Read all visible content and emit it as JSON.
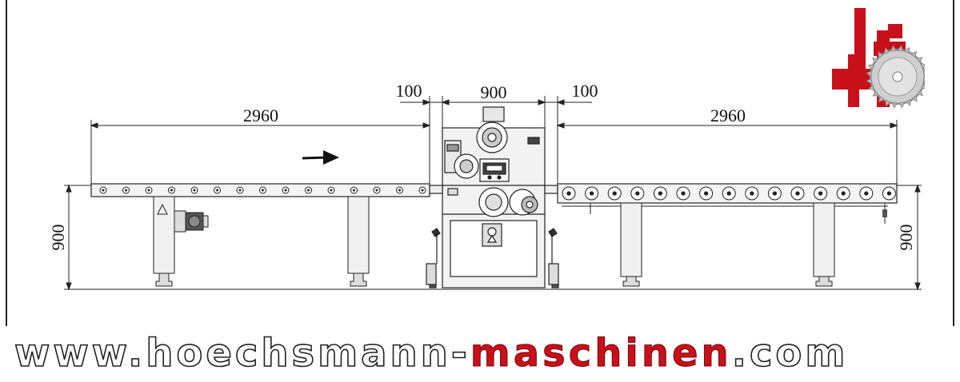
{
  "dimensions": {
    "left_conveyor_length": "2960",
    "right_conveyor_length": "2960",
    "machine_width": "900",
    "left_gap": "100",
    "right_gap": "100",
    "left_height": "900",
    "right_height": "900"
  },
  "footer": {
    "prefix": "www.hoechsmann-",
    "brand": "maschinen",
    "suffix": ".com"
  },
  "colors": {
    "brand_red": "#c8101a",
    "line": "#222222",
    "machine_fill": "#f2f2f2"
  },
  "icons": {
    "logo": "hoechsmann-logo-with-saw-blade",
    "feed_direction": "arrow-right"
  }
}
